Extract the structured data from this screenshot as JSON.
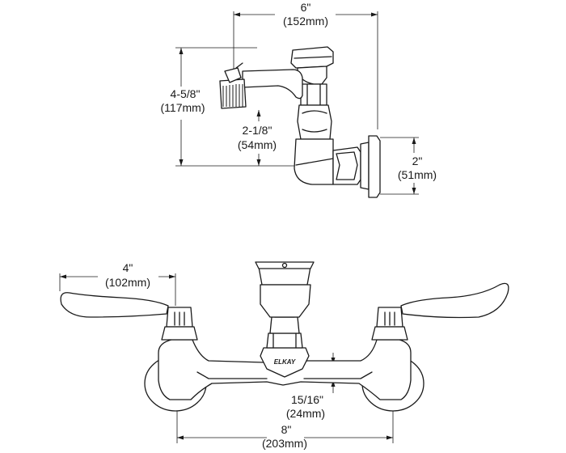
{
  "dimensions": {
    "side_width": {
      "imperial": "6\"",
      "metric": "(152mm)"
    },
    "side_height": {
      "imperial": "4-5/8\"",
      "metric": "(117mm)"
    },
    "outlet_height": {
      "imperial": "2-1/8\"",
      "metric": "(54mm)"
    },
    "flange_offset": {
      "imperial": "2\"",
      "metric": "(51mm)"
    },
    "handle_length": {
      "imperial": "4\"",
      "metric": "(102mm)"
    },
    "body_offset": {
      "imperial": "15/16\"",
      "metric": "(24mm)"
    },
    "centers": {
      "imperial": "8\"",
      "metric": "(203mm)"
    }
  },
  "brand": {
    "logo_text": "ELKAY"
  }
}
